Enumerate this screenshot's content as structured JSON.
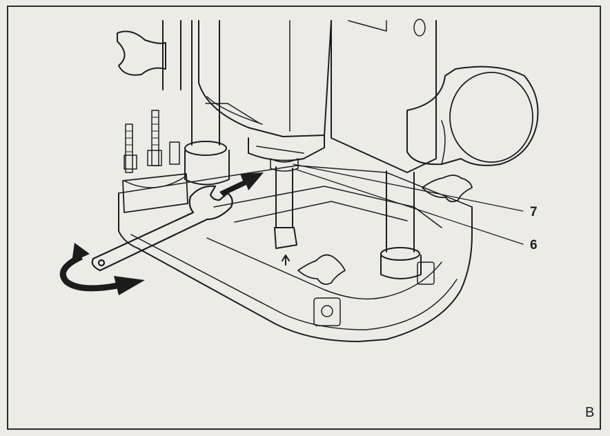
{
  "callouts": {
    "part_7": "7",
    "part_6": "6"
  },
  "figure_letter": "B",
  "colors": {
    "paper": "#ecebe6",
    "ink": "#1c1c1c"
  }
}
